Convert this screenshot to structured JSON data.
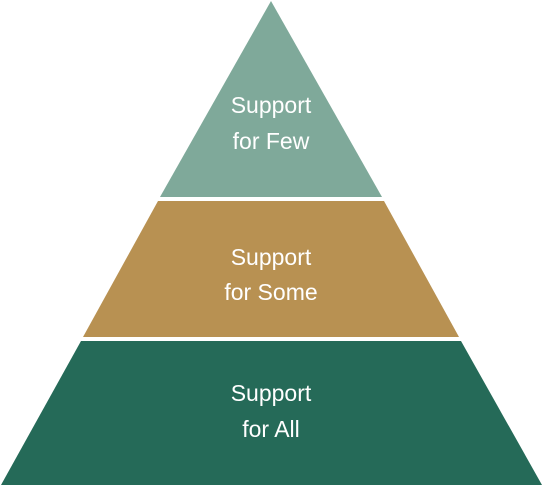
{
  "pyramid": {
    "tiers": [
      {
        "line1": "Support",
        "line2": "for Few",
        "color": "#7fa99a"
      },
      {
        "line1": "Support",
        "line2": "for Some",
        "color": "#b89152"
      },
      {
        "line1": "Support",
        "line2": "for All",
        "color": "#256a58"
      }
    ]
  }
}
